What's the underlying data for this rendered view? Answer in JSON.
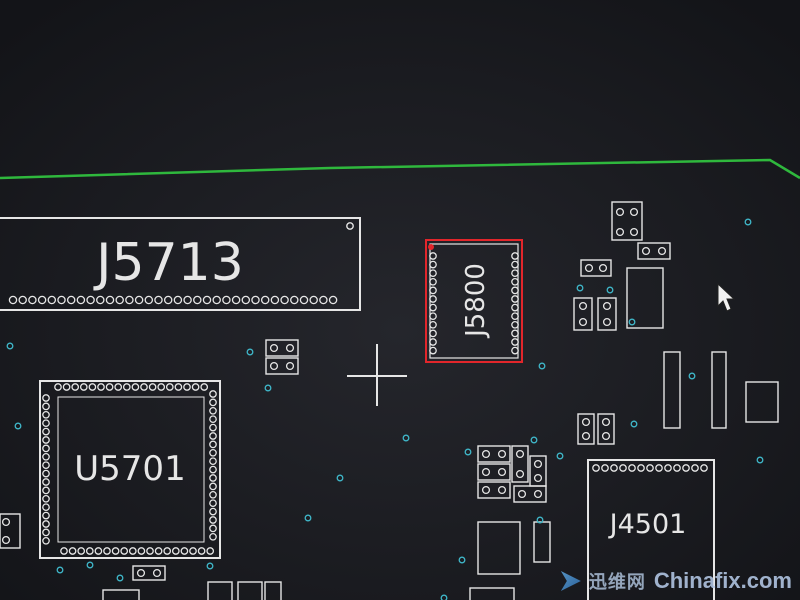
{
  "board_labels": {
    "connector_main": "J5713",
    "connector_selected": "J5800",
    "ic_left": "U5701",
    "ic_right": "J4501"
  },
  "watermark": {
    "chinese": "迅维网",
    "site": "Chinafix.com"
  },
  "colors": {
    "background": "#1b1c21",
    "outline": "#e6e6e6",
    "highlight": "#e2262b",
    "board_edge": "#2fb83d",
    "via": "#3fb7c9"
  },
  "icons": {
    "cursor": "arrow-cursor-icon",
    "crosshair": "crosshair-icon"
  }
}
